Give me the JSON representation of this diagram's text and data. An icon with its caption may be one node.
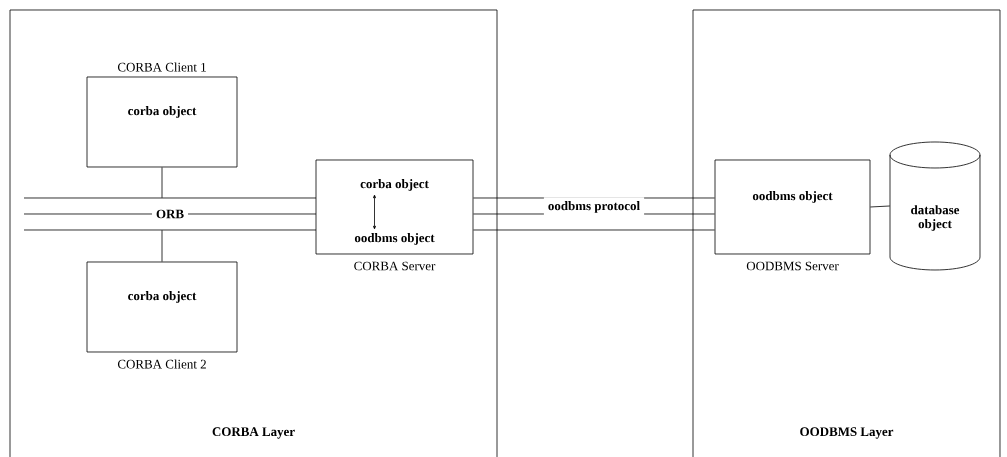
{
  "diagram": {
    "nodes": [
      {
        "text": [
          "CORBA Layer"
        ]
      },
      {
        "text": [
          "OODBMS Layer"
        ]
      },
      {
        "text": [
          "corba object"
        ],
        "beside": [
          "CORBA Client 1"
        ],
        "in": 0
      },
      {
        "text": [
          "ORB"
        ],
        "in": 0
      },
      {
        "text": [
          "corba object"
        ],
        "beside": [
          "CORBA Client 2"
        ],
        "in": 0
      },
      {
        "text": [],
        "shape": "box",
        "beside": [
          "CORBA Server"
        ],
        "in": 0
      },
      {
        "text": [
          "corba object"
        ],
        "in": 5
      },
      {
        "text": [
          "oodbms object"
        ],
        "in": 5
      },
      {
        "text": [
          "oodbms object"
        ],
        "beside": [
          "OODBMS Server"
        ],
        "in": 1
      },
      {
        "text": [
          "database object"
        ],
        "in": 1
      }
    ],
    "edges": [
      {
        "from": 2,
        "to": 3,
        "arrow": "none"
      },
      {
        "from": 3,
        "to": 4,
        "arrow": "none"
      },
      {
        "from": 6,
        "to": 7,
        "arrow": "both"
      },
      {
        "from": 5,
        "to": 8,
        "arrow": "none",
        "label": "oodbms protocol"
      },
      {
        "from": 8,
        "to": 9,
        "arrow": "none"
      }
    ]
  }
}
